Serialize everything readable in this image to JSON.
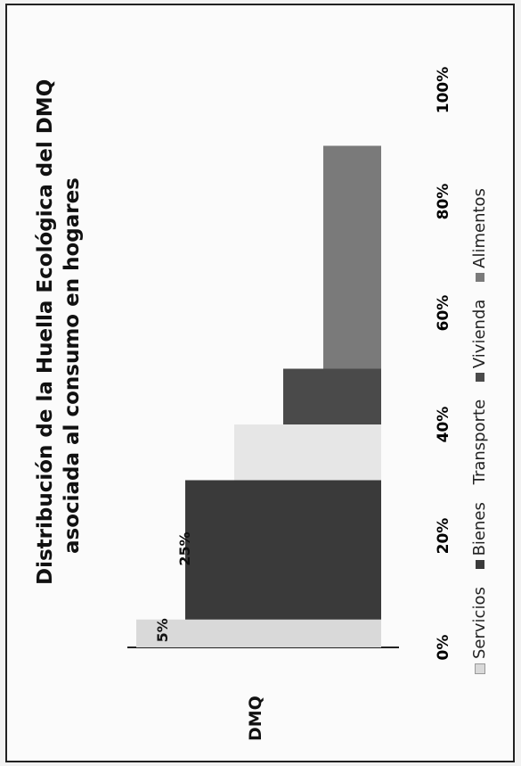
{
  "chart_data": {
    "type": "bar",
    "title": "Distribución de la Huella Ecológica del DMQ",
    "subtitle": "asociada al consumo en hogares",
    "categories": [
      "DMQ"
    ],
    "series": [
      {
        "name": "Servicios",
        "values": [
          5
        ],
        "color": "#d9d9d9"
      },
      {
        "name": "Bienes",
        "values": [
          25
        ],
        "color": "#3a3a3a"
      },
      {
        "name": "Transporte",
        "values": [
          10
        ],
        "color": "#e6e6e6"
      },
      {
        "name": "Vivienda",
        "values": [
          10
        ],
        "color": "#4a4a4a"
      },
      {
        "name": "Alimentos",
        "values": [
          40
        ],
        "color": "#7a7a7a"
      }
    ],
    "data_labels": [
      "5%",
      "25%"
    ],
    "xlim": [
      0,
      100
    ],
    "x_ticks": [
      "0%",
      "20%",
      "40%",
      "60%",
      "80%",
      "100%"
    ],
    "legend_position": "bottom"
  }
}
